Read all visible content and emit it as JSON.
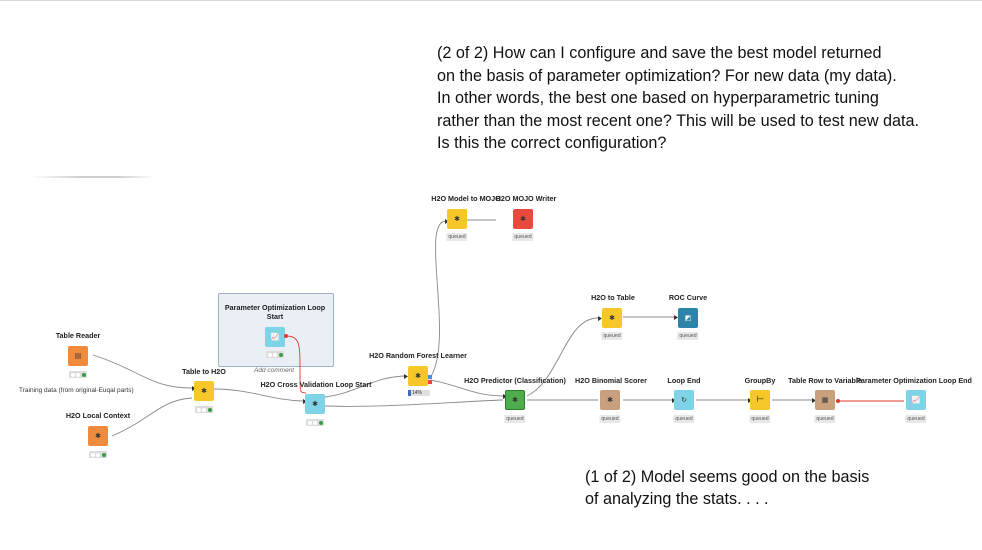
{
  "question_lines": [
    "(2 of 2) How can I configure and save the best model returned",
    "on the basis of parameter optimization? For new data (my data).",
    "In other words, the best one based on hyperparametric tuning",
    "rather than the most recent one? This will be used to test new data.",
    "Is this the correct configuration?"
  ],
  "answer_lines": [
    "(1 of 2) Model seems good on the basis",
    "of analyzing the stats. . . ."
  ],
  "nodes": {
    "table_reader": {
      "label": "Table Reader",
      "annotation": "Training data (from original-Euqal parts)"
    },
    "h2o_local_context": {
      "label": "H2O Local Context"
    },
    "table_to_h2o": {
      "label": "Table to H2O"
    },
    "param_opt_loop_start": {
      "label_line1": "Parameter Optimization Loop",
      "label_line2": "Start",
      "comment": "Add comment"
    },
    "h2o_cv_loop_start": {
      "label": "H2O Cross Validation Loop Start"
    },
    "h2o_rf_learner": {
      "label": "H2O Random Forest Learner",
      "progress": "14%",
      "progress_value": 14
    },
    "h2o_model_to_mojo": {
      "label": "H2O Model to MOJO",
      "status": "queued"
    },
    "h2o_mojo_writer": {
      "label": "H2O MOJO Writer",
      "status": "queued"
    },
    "h2o_to_table": {
      "label": "H2O to Table",
      "status": "queued"
    },
    "roc_curve": {
      "label": "ROC Curve",
      "status": "queued"
    },
    "h2o_predictor": {
      "label": "H2O Predictor (Classification)",
      "status": "queued"
    },
    "h2o_binomial_scorer": {
      "label": "H2O Binomial Scorer",
      "status": "queued"
    },
    "loop_end": {
      "label": "Loop End",
      "status": "queued"
    },
    "groupby": {
      "label": "GroupBy",
      "status": "queued"
    },
    "table_row_to_variable": {
      "label": "Table Row to Variable",
      "status": "queued"
    },
    "param_opt_loop_end": {
      "label": "Parameter Optimization Loop End",
      "status": "queued"
    }
  },
  "colors": {
    "source_orange": "#f08a3c",
    "h2o_yellow": "#f7c72a",
    "writer_red": "#e84a3e",
    "predictor_green": "#4fae4c",
    "loop_cyan": "#7fd3e6",
    "scorer_brown": "#c8a07e",
    "view_teal": "#2d84a8",
    "flow_var_red": "#e23a2a"
  }
}
